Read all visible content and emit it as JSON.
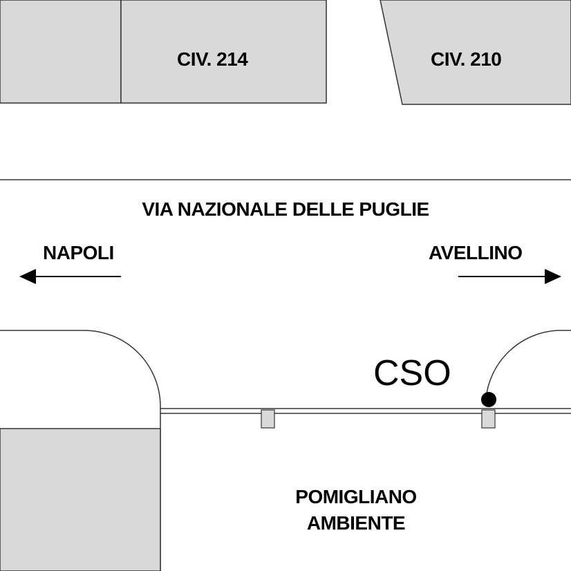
{
  "buildings": [
    {
      "label": "CIV. 214"
    },
    {
      "label": "CIV. 210"
    }
  ],
  "street": {
    "name": "VIA NAZIONALE DELLE PUGLIE"
  },
  "directions": {
    "left": {
      "label": "NAPOLI"
    },
    "right": {
      "label": "AVELLINO"
    }
  },
  "marker": {
    "label": "CSO"
  },
  "area": {
    "line1": "POMIGLIANO",
    "line2": "AMBIENTE"
  },
  "colors": {
    "building_fill": "#d9d9d9",
    "line": "#333333",
    "marker": "#000000"
  }
}
